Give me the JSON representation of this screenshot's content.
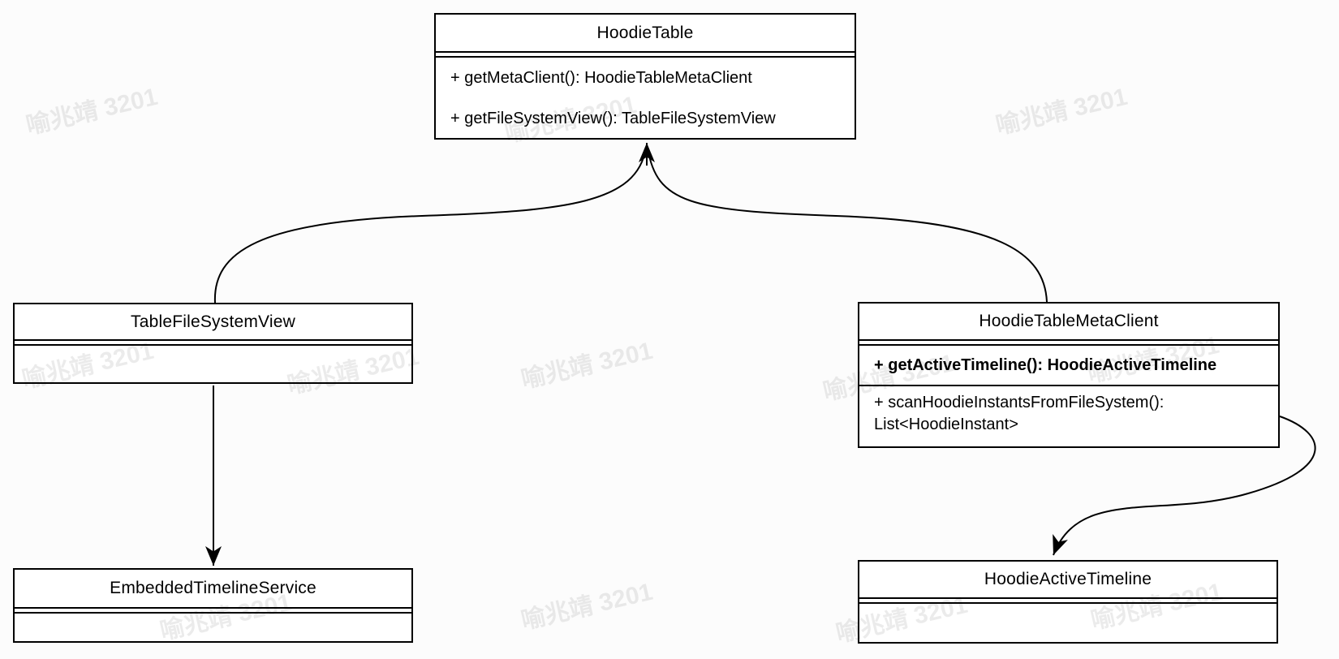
{
  "diagram": {
    "classes": {
      "hoodieTable": {
        "title": "HoodieTable",
        "methods": [
          "+ getMetaClient(): HoodieTableMetaClient",
          "+ getFileSystemView(): TableFileSystemView"
        ]
      },
      "tableFileSystemView": {
        "title": "TableFileSystemView"
      },
      "hoodieTableMetaClient": {
        "title": "HoodieTableMetaClient",
        "methods": [
          "+ getActiveTimeline(): HoodieActiveTimeline",
          "+ scanHoodieInstantsFromFileSystem(): List<HoodieInstant>"
        ]
      },
      "embeddedTimelineService": {
        "title": "EmbeddedTimelineService"
      },
      "hoodieActiveTimeline": {
        "title": "HoodieActiveTimeline"
      }
    },
    "edges": [
      {
        "from": "TableFileSystemView",
        "to": "HoodieTable"
      },
      {
        "from": "HoodieTableMetaClient",
        "to": "HoodieTable"
      },
      {
        "from": "TableFileSystemView",
        "to": "EmbeddedTimelineService"
      },
      {
        "from": "HoodieTableMetaClient",
        "to": "HoodieActiveTimeline"
      }
    ]
  },
  "watermark": {
    "text": "喻兆靖 3201"
  },
  "colors": {
    "stroke": "#000000",
    "box_fill": "#ffffff",
    "background": "#fcfcfc"
  }
}
